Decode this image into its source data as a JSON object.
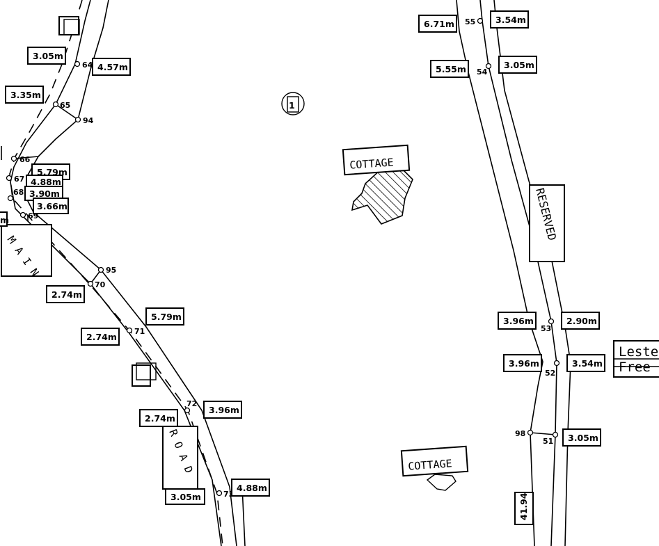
{
  "lots": {
    "lot_number": "1"
  },
  "cottages": [
    "COTTAGE",
    "COTTAGE"
  ],
  "reserved_label": "RESERVED",
  "road_name": {
    "part1": "MAIN",
    "part2": "ROAD"
  },
  "adjoining_owner": {
    "line1": "Lester",
    "line2": "Free"
  },
  "measurements": {
    "m64": "3.05m",
    "m64b": "4.57m",
    "m65": "3.35m",
    "m66a": "5.79m",
    "m66b": "4.88m",
    "m68": "3.90m",
    "m69": "3.66m",
    "m70": "2.74m",
    "m95": "5.79m",
    "m71": "2.74m",
    "m72a": "2.74m",
    "m72b": "3.96m",
    "m73a": "3.05m",
    "m73b": "4.88m",
    "m55a": "6.71m",
    "m55b": "3.54m",
    "m54a": "5.55m",
    "m54b": "3.05m",
    "m53a": "3.96m",
    "m53b": "2.90m",
    "m52a": "3.96m",
    "m52b": "3.54m",
    "m51": "3.05m",
    "m4194": "41.94"
  },
  "points": {
    "p64": "64",
    "p65": "65",
    "p94": "94",
    "p66": "66",
    "p67": "67",
    "p68": "68",
    "p69": "69",
    "p95": "95",
    "p70": "70",
    "p71": "71",
    "p72": "72",
    "p73": "73",
    "p55": "55",
    "p54": "54",
    "p53": "53",
    "p52": "52",
    "p98": "98",
    "p51": "51"
  }
}
